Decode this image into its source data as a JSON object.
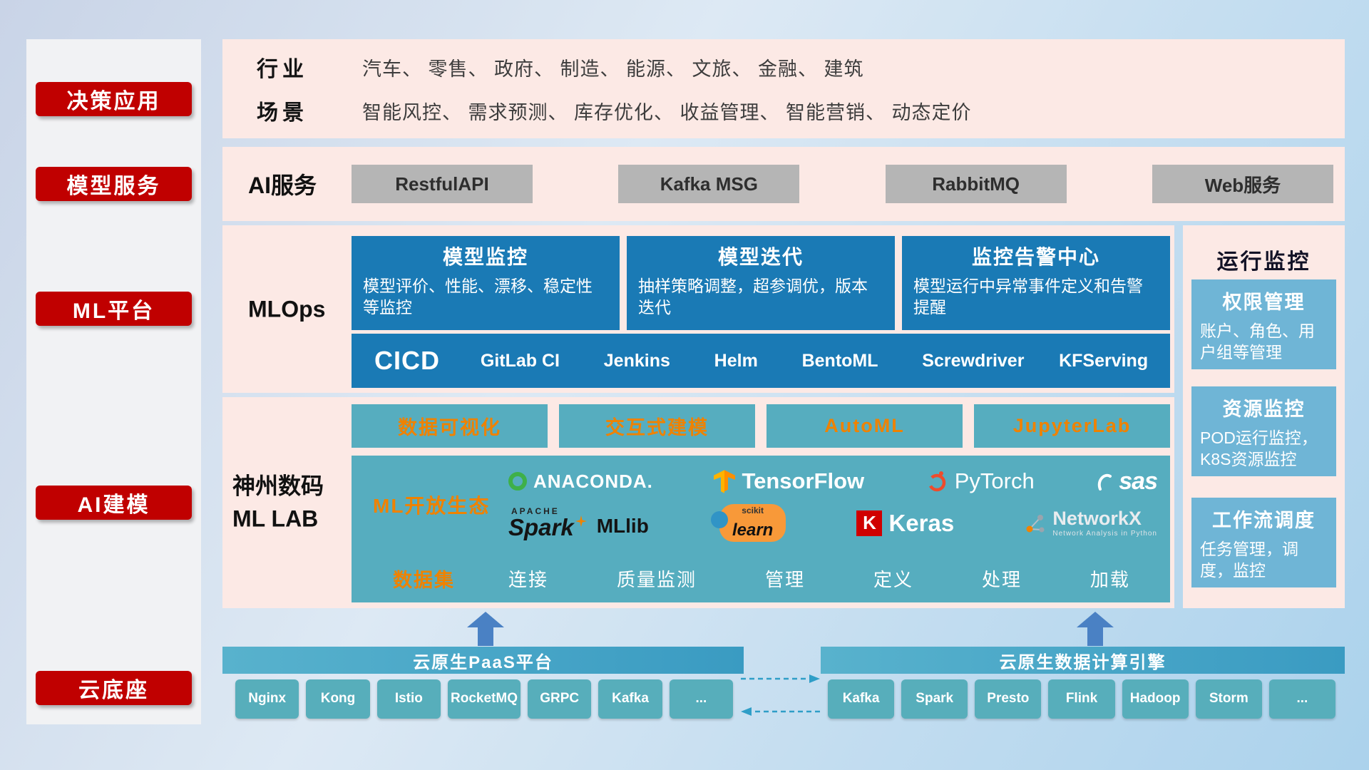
{
  "colors": {
    "accent_red": "#c00000",
    "panel_pink": "#fce9e5",
    "card_blue": "#1a7ab5",
    "teal": "#56adbf",
    "monitor_blue": "#6fb5d6",
    "orange_text": "#ef8200",
    "banner_teal": "#3a9bc2",
    "arrow_blue": "#4a81c4"
  },
  "sidebar": {
    "items": [
      {
        "label": "决策应用"
      },
      {
        "label": "模型服务"
      },
      {
        "label": "ML平台"
      },
      {
        "label": "AI建模"
      },
      {
        "label": "云底座"
      }
    ]
  },
  "industry": {
    "rows": [
      {
        "label": "行业",
        "value": "汽车、 零售、 政府、 制造、 能源、 文旅、 金融、 建筑"
      },
      {
        "label": "场景",
        "value": "智能风控、 需求预测、 库存优化、 收益管理、 智能营销、 动态定价"
      }
    ]
  },
  "ai_service": {
    "label": "AI服务",
    "services": [
      "RestfulAPI",
      "Kafka MSG",
      "RabbitMQ",
      "Web服务"
    ]
  },
  "mlops": {
    "label": "MLOps",
    "cards": [
      {
        "title": "模型监控",
        "desc": "模型评价、性能、漂移、稳定性等监控"
      },
      {
        "title": "模型迭代",
        "desc": "抽样策略调整，超参调优，版本迭代"
      },
      {
        "title": "监控告警中心",
        "desc": "模型运行中异常事件定义和告警提醒"
      }
    ],
    "cicd_label": "CICD",
    "cicd_tools": [
      "GitLab CI",
      "Jenkins",
      "Helm",
      "BentoML",
      "Screwdriver",
      "KFServing"
    ]
  },
  "mllab": {
    "label_line1": "神州数码",
    "label_line2": "ML LAB",
    "top_tools": [
      "数据可视化",
      "交互式建模",
      "AutoML",
      "JupyterLab"
    ],
    "ecosystem": {
      "label": "ML开放生态",
      "row1": [
        {
          "name": "ANACONDA."
        },
        {
          "name": "TensorFlow"
        },
        {
          "name": "PyTorch"
        },
        {
          "name": "sas"
        }
      ],
      "row2": [
        {
          "caption": "APACHE",
          "name": "Spark"
        },
        {
          "name": "MLlib"
        },
        {
          "caption": "scikit",
          "name": "learn"
        },
        {
          "icon_letter": "K",
          "name": "Keras"
        },
        {
          "name": "NetworkX",
          "caption": "Network Analysis in Python"
        }
      ]
    },
    "dataset_label": "数据集",
    "dataset_items": [
      "连接",
      "质量监测",
      "管理",
      "定义",
      "处理",
      "加载"
    ]
  },
  "monitor": {
    "title": "运行监控",
    "cards": [
      {
        "title": "权限管理",
        "desc": "账户、角色、用户组等管理"
      },
      {
        "title": "资源监控",
        "desc": "POD运行监控，K8S资源监控"
      },
      {
        "title": "工作流调度",
        "desc": "任务管理，调度，监控"
      }
    ]
  },
  "bottom": {
    "paas_title": "云原生PaaS平台",
    "paas_items": [
      "Nginx",
      "Kong",
      "Istio",
      "RocketMQ",
      "GRPC",
      "Kafka",
      "..."
    ],
    "engine_title": "云原生数据计算引擎",
    "engine_items": [
      "Kafka",
      "Spark",
      "Presto",
      "Flink",
      "Hadoop",
      "Storm",
      "..."
    ]
  }
}
